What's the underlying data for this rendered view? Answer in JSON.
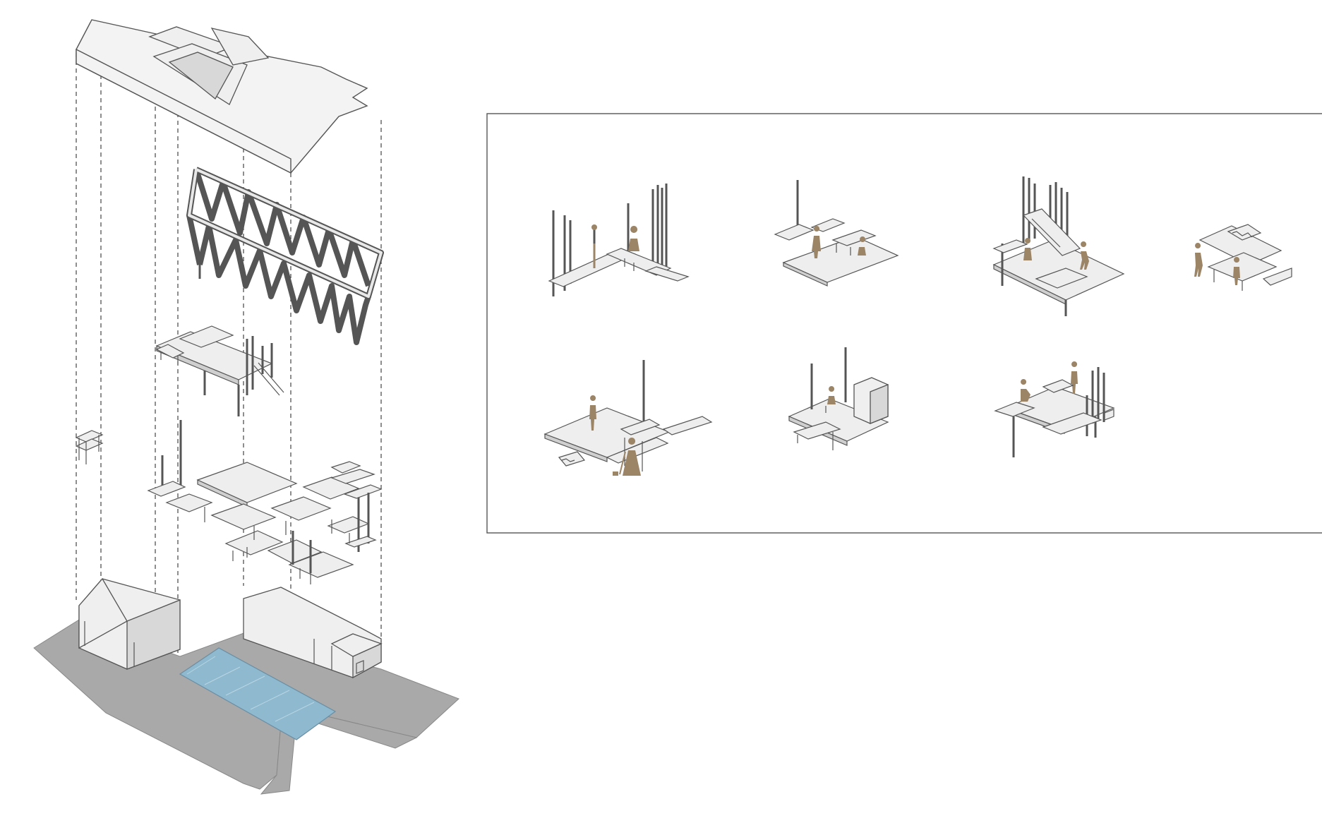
{
  "diagram": {
    "exploded_axonometric": {
      "layers": [
        {
          "name": "roof",
          "visible": true
        },
        {
          "name": "truss",
          "visible": true
        },
        {
          "name": "upper-floor",
          "visible": true
        },
        {
          "name": "ground-floor-furniture",
          "visible": true
        },
        {
          "name": "base-walls-and-pool",
          "visible": true
        }
      ]
    },
    "vignette_panel": {
      "row_1_count": 4,
      "row_2_count": 3
    },
    "colors": {
      "figure": "#9c8466",
      "pool": "#8fb9cf",
      "ground": "#a9a9a9",
      "line": "#555555"
    }
  }
}
